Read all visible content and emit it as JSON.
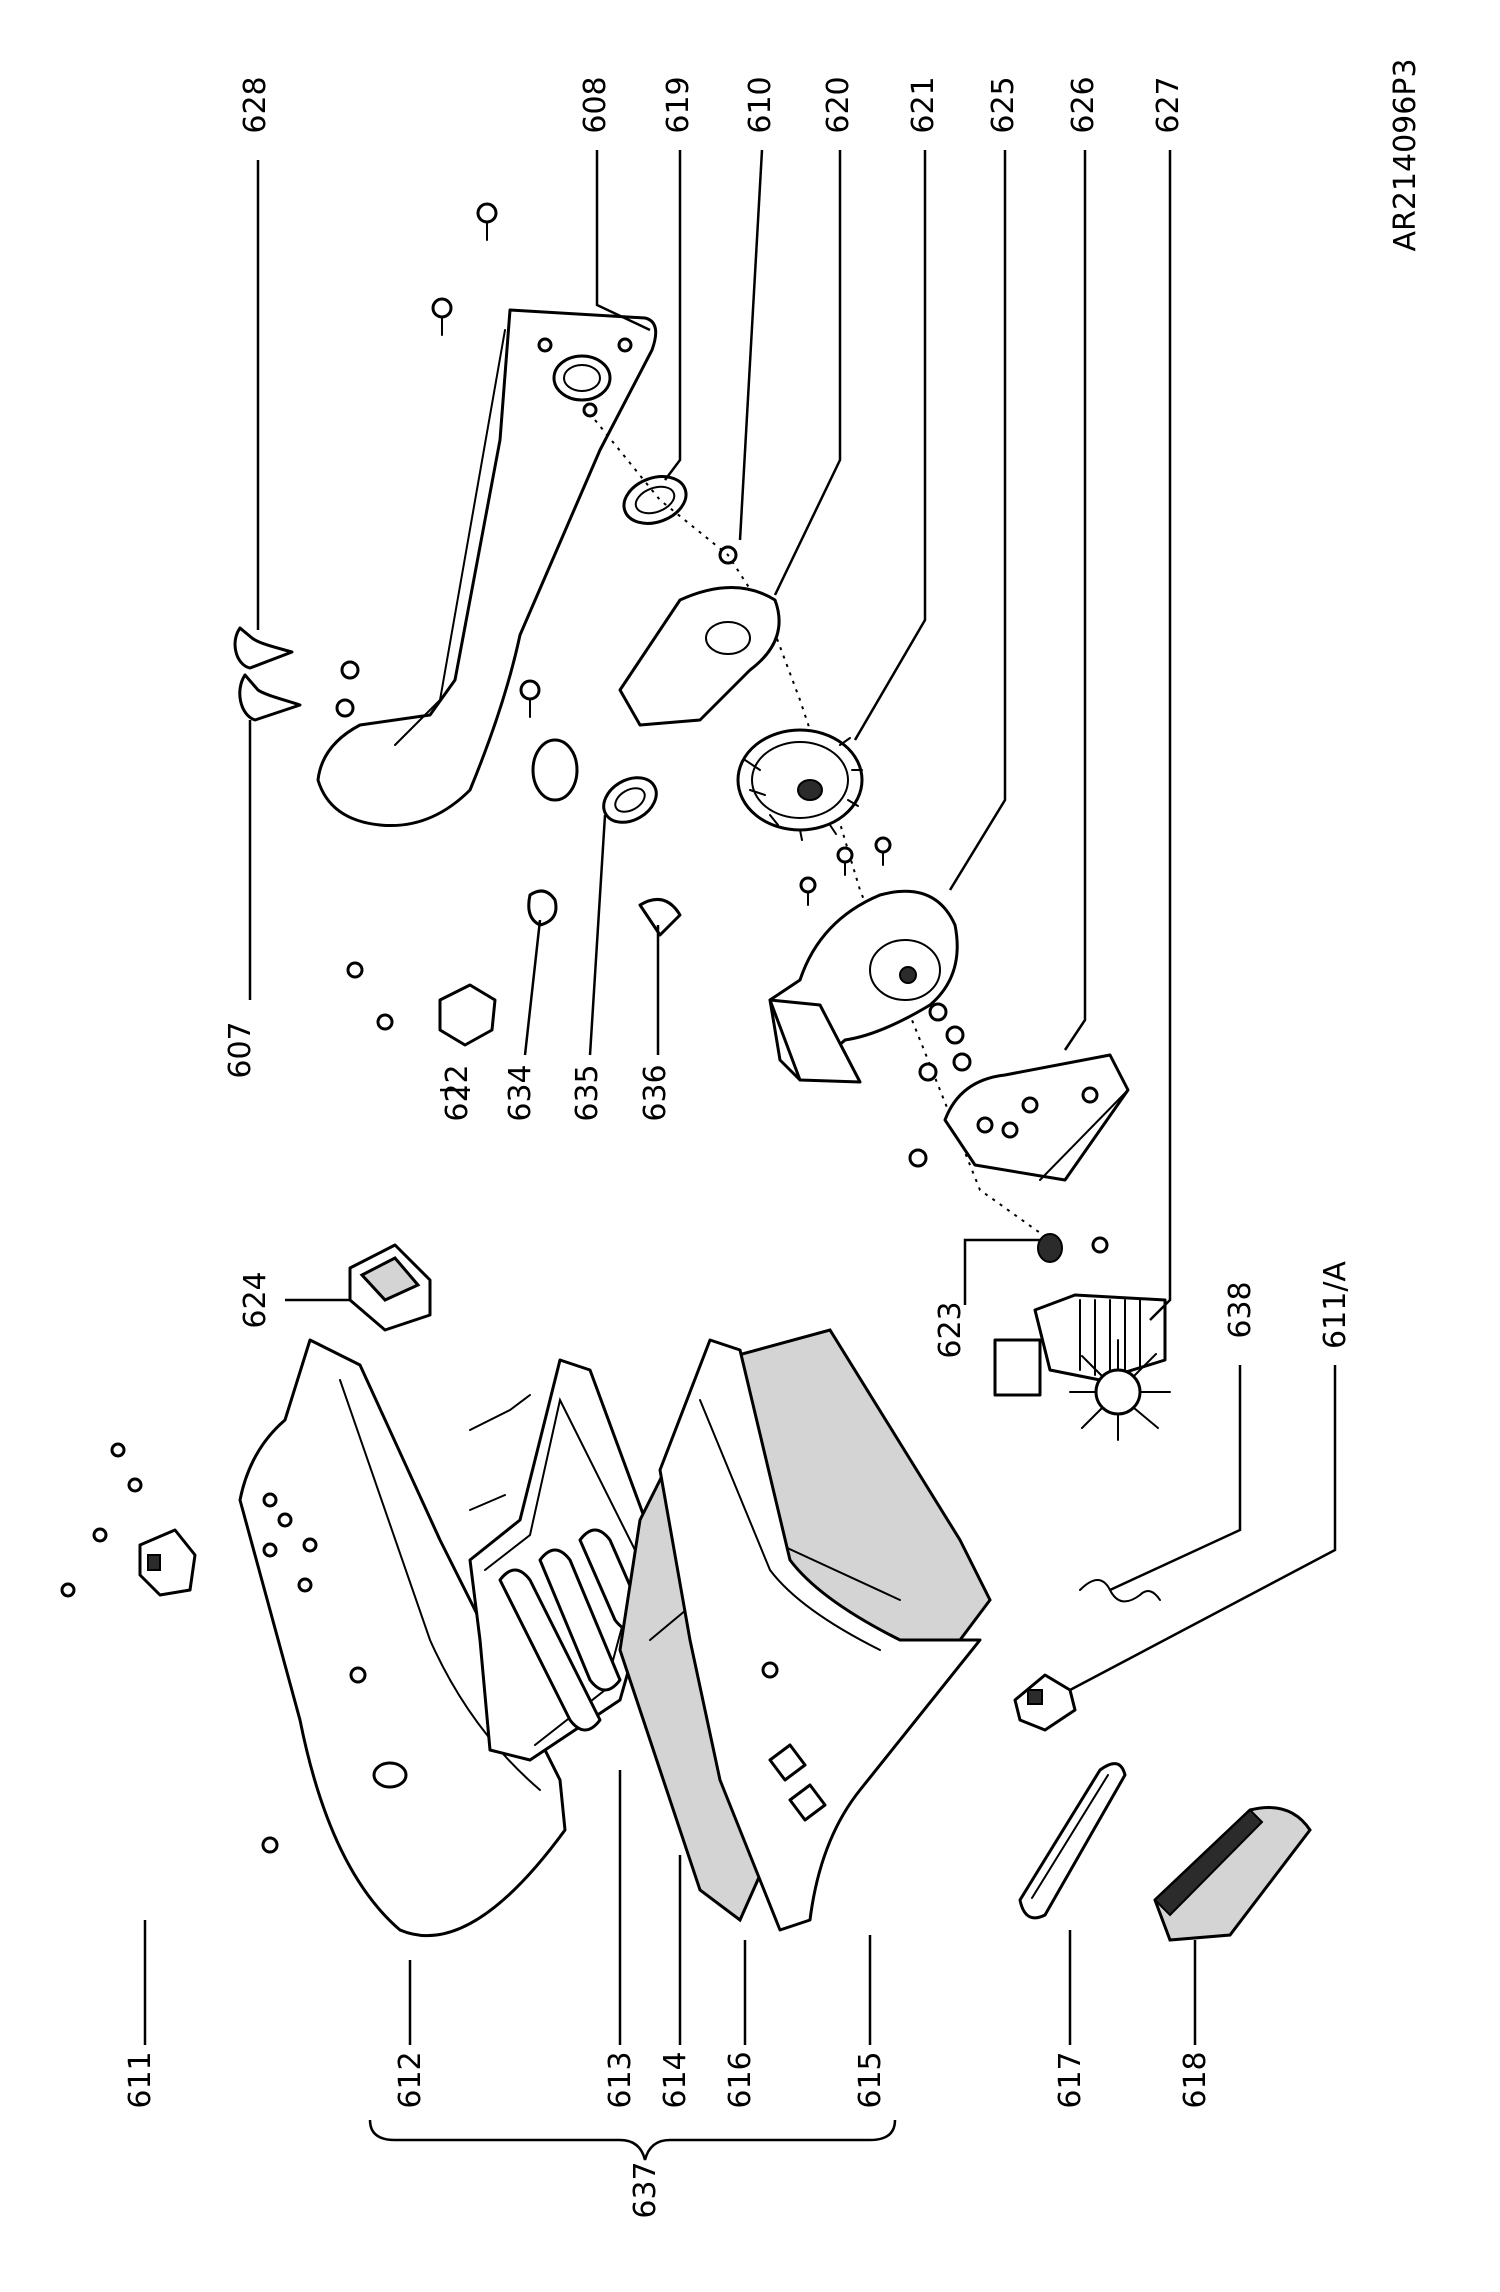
{
  "drawing_code": "AR214096P3",
  "labels": {
    "l611": "611",
    "l612": "612",
    "l613": "613",
    "l614": "614",
    "l616": "616",
    "l615": "615",
    "l617": "617",
    "l618": "618",
    "l637": "637",
    "l624": "624",
    "l623": "623",
    "l638": "638",
    "l611a": "611/A",
    "l607": "607",
    "l622": "622",
    "l634": "634",
    "l635": "635",
    "l636": "636",
    "l628": "628",
    "l608": "608",
    "l619": "619",
    "l610": "610",
    "l620": "620",
    "l621": "621",
    "l625": "625",
    "l626": "626",
    "l627": "627"
  }
}
